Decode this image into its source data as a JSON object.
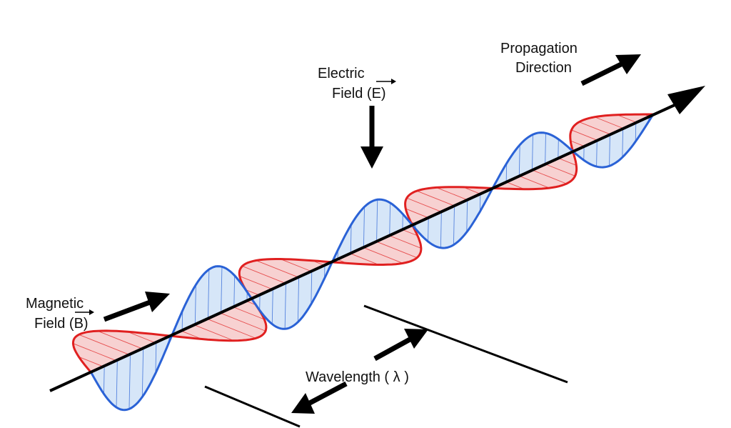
{
  "labels": {
    "propagation_line1": "Propagation",
    "propagation_line2": "Direction",
    "electric_line1": "Electric",
    "electric_line2": "Field (E)",
    "magnetic_line1": "Magnetic",
    "magnetic_line2": "Field (B)",
    "wavelength": "Wavelength ( λ )"
  },
  "colors": {
    "electric_stroke": "#2a62d6",
    "electric_fill": "#cfe2f7",
    "magnetic_stroke": "#e02020",
    "magnetic_fill": "#f6c9c9",
    "axis": "#000000"
  }
}
